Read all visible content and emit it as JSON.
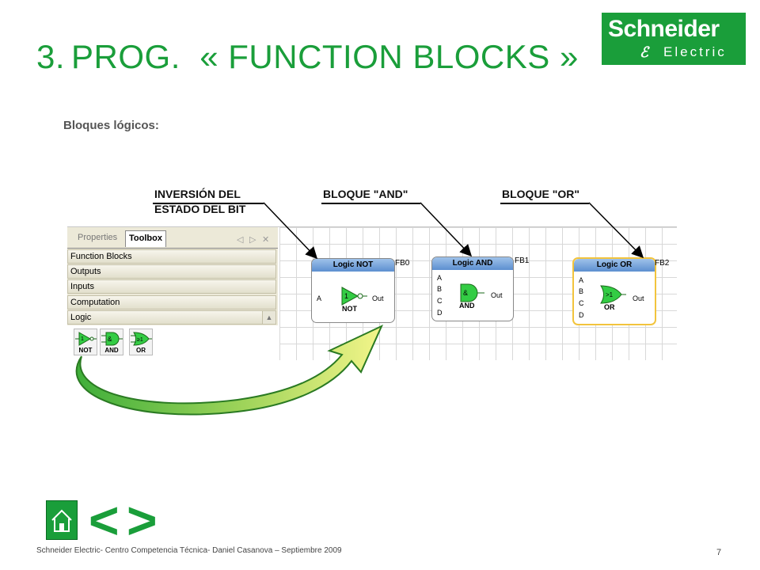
{
  "title": {
    "number": "3.",
    "text": "PROG.  « FUNCTION BLOCKS »"
  },
  "logo": {
    "line1": "Schneider",
    "line2": "Electric"
  },
  "subtitle": "Bloques lógicos:",
  "annotations": {
    "not": [
      "INVERSIÓN DEL",
      "ESTADO DEL BIT"
    ],
    "and": "BLOQUE \"AND\"",
    "or": "BLOQUE \"OR\""
  },
  "panel": {
    "tabs": [
      "Properties",
      "Toolbox"
    ],
    "controls": [
      "◁",
      "▷",
      "✕"
    ],
    "categories": [
      "Function Blocks",
      "Outputs",
      "Inputs",
      "Computation",
      "Logic"
    ],
    "tools": [
      {
        "label": "NOT",
        "icon": "not-gate-icon",
        "symbol": "1"
      },
      {
        "label": "AND",
        "icon": "and-gate-icon",
        "symbol": "&"
      },
      {
        "label": "OR",
        "icon": "or-gate-icon",
        "symbol": "≥1"
      }
    ]
  },
  "blocks": [
    {
      "id": "FB0",
      "title": "Logic NOT",
      "inputs": [
        "A"
      ],
      "output": "Out",
      "gate": "NOT",
      "symbol": "1"
    },
    {
      "id": "FB1",
      "title": "Logic AND",
      "inputs": [
        "A",
        "B",
        "C",
        "D"
      ],
      "output": "Out",
      "gate": "AND",
      "symbol": "&"
    },
    {
      "id": "FB2",
      "title": "Logic OR",
      "inputs": [
        "A",
        "B",
        "C",
        "D"
      ],
      "output": "Out",
      "gate": "OR",
      "symbol": ">1"
    }
  ],
  "footer": "Schneider Electric- Centro Competencia Técnica- Daniel Casanova – Septiembre 2009",
  "page_number": "7",
  "nav": {
    "prev": "<",
    "next": ">",
    "home_icon": "home-icon"
  },
  "colors": {
    "brand_green": "#1a9e3a",
    "gate_green": "#33cc44",
    "selection": "#f2c43d",
    "header_blue": "#5d8fd0"
  }
}
